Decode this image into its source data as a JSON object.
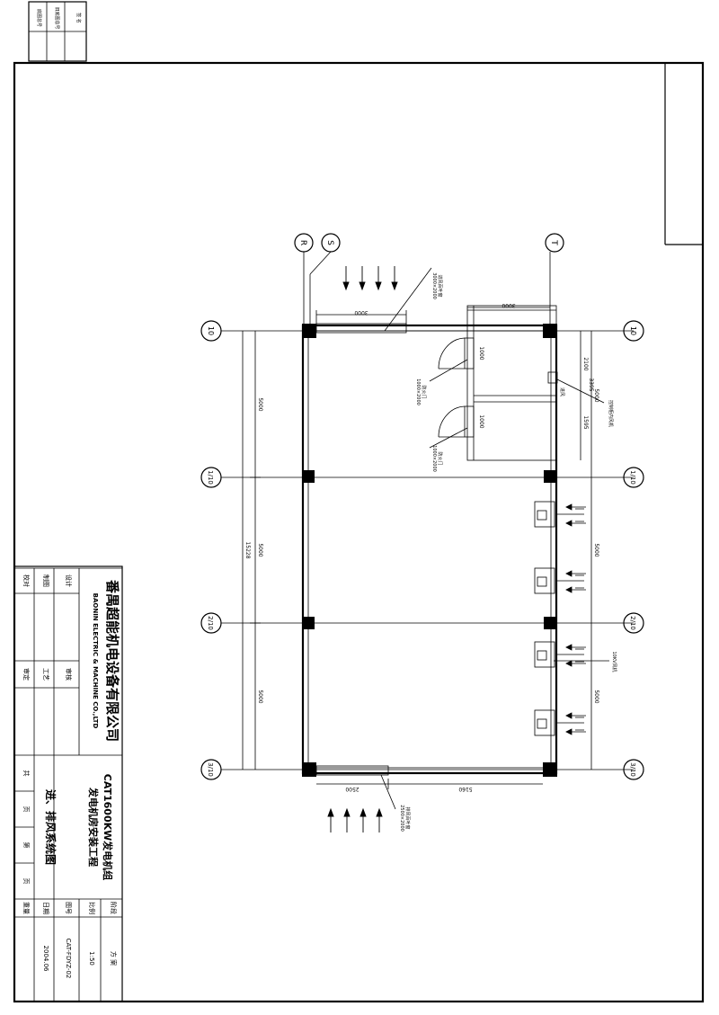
{
  "corner_stamp": {
    "labels": [
      "签  名",
      "旧底图总号",
      "底图总号"
    ]
  },
  "axes": {
    "top": [
      "R",
      "S",
      "T"
    ],
    "rows": [
      "10",
      "1/10",
      "2/10",
      "3/10"
    ]
  },
  "dimensions": {
    "top_span": "3000",
    "right_top_span": "3000",
    "left_bay_1": "5000",
    "left_bay_2": "5000",
    "left_bay_3": "5000",
    "left_total": "15228",
    "right_bay_2": "5000",
    "right_bay_3": "5000",
    "right_a": "2100",
    "right_b": "5000",
    "right_c": "1595",
    "right_d": "3395",
    "door1_w": "1000",
    "door2_w": "1000",
    "bottom_a": "2500",
    "bottom_b": "5160"
  },
  "annotations": {
    "top_louver": "进风百叶窗",
    "top_louver_size": "3000×2000",
    "door1": "防火门",
    "door1_size": "1000×2000",
    "door2": "防火门",
    "door2_size": "1000×2000",
    "right_note": "控制柜内风机",
    "right_label_mid": "进风",
    "gen_note": "10KV风机",
    "bottom_louver": "排风百叶窗",
    "bottom_louver_size": "2500×2000"
  },
  "title_block": {
    "company_cn": "番禺超能机电设备有限公司",
    "company_en": "BAONIN ELECTRIC & MACHINE CO.,LTD",
    "roles": [
      "校对",
      "制图",
      "设计",
      "审核",
      "工艺",
      "审定"
    ],
    "project_line1": "CAT1600KW发电机组",
    "project_line2": "发电机房安装工程",
    "drawing_title": "进、排风系统图",
    "pages": [
      "共",
      "页",
      "第",
      "页"
    ],
    "stage_label": "阶段",
    "stage_value": "方   案",
    "scale_label": "比例",
    "scale_value": "1:50",
    "drawing_no_label": "图号",
    "drawing_no_value": "CAT-FDYZ-02",
    "date_label": "日期",
    "date_value": "2004.06",
    "weight_label": "重量",
    "weight_value": ""
  }
}
